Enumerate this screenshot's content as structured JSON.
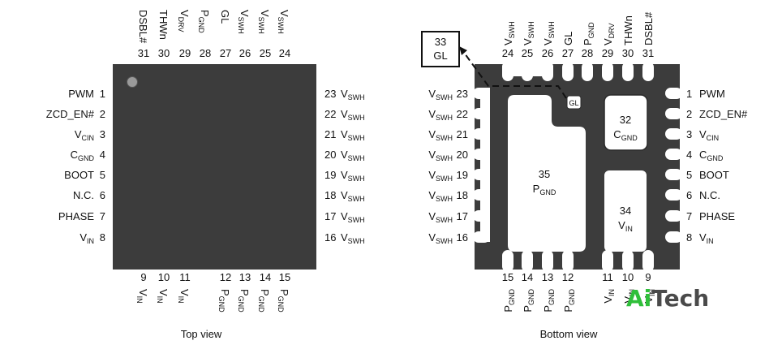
{
  "top_view": {
    "caption": "Top view",
    "left": [
      {
        "num": "1",
        "name": "PWM"
      },
      {
        "num": "2",
        "name": "ZCD_EN#"
      },
      {
        "num": "3",
        "name": "V",
        "sub": "CIN"
      },
      {
        "num": "4",
        "name": "C",
        "sub": "GND"
      },
      {
        "num": "5",
        "name": "BOOT"
      },
      {
        "num": "6",
        "name": "N.C."
      },
      {
        "num": "7",
        "name": "PHASE"
      },
      {
        "num": "8",
        "name": "V",
        "sub": "IN"
      }
    ],
    "right": [
      {
        "num": "23",
        "name": "V",
        "sub": "SWH"
      },
      {
        "num": "22",
        "name": "V",
        "sub": "SWH"
      },
      {
        "num": "21",
        "name": "V",
        "sub": "SWH"
      },
      {
        "num": "20",
        "name": "V",
        "sub": "SWH"
      },
      {
        "num": "19",
        "name": "V",
        "sub": "SWH"
      },
      {
        "num": "18",
        "name": "V",
        "sub": "SWH"
      },
      {
        "num": "17",
        "name": "V",
        "sub": "SWH"
      },
      {
        "num": "16",
        "name": "V",
        "sub": "SWH"
      }
    ],
    "top": [
      {
        "num": "31",
        "name": "DSBL#"
      },
      {
        "num": "30",
        "name": "THWn"
      },
      {
        "num": "29",
        "name": "V",
        "sub": "DRV"
      },
      {
        "num": "28",
        "name": "P",
        "sub": "GND"
      },
      {
        "num": "27",
        "name": "GL"
      },
      {
        "num": "26",
        "name": "V",
        "sub": "SWH"
      },
      {
        "num": "25",
        "name": "V",
        "sub": "SWH"
      },
      {
        "num": "24",
        "name": "V",
        "sub": "SWH"
      }
    ],
    "bottom": [
      {
        "num": "9",
        "name": "V",
        "sub": "IN"
      },
      {
        "num": "10",
        "name": "V",
        "sub": "IN"
      },
      {
        "num": "11",
        "name": "V",
        "sub": "IN"
      },
      {
        "num": "12",
        "name": "P",
        "sub": "GND"
      },
      {
        "num": "13",
        "name": "P",
        "sub": "GND"
      },
      {
        "num": "14",
        "name": "P",
        "sub": "GND"
      },
      {
        "num": "15",
        "name": "P",
        "sub": "GND"
      }
    ]
  },
  "bottom_view": {
    "caption": "Bottom view",
    "right": [
      {
        "num": "1",
        "name": "PWM"
      },
      {
        "num": "2",
        "name": "ZCD_EN#"
      },
      {
        "num": "3",
        "name": "V",
        "sub": "CIN"
      },
      {
        "num": "4",
        "name": "C",
        "sub": "GND"
      },
      {
        "num": "5",
        "name": "BOOT"
      },
      {
        "num": "6",
        "name": "N.C."
      },
      {
        "num": "7",
        "name": "PHASE"
      },
      {
        "num": "8",
        "name": "V",
        "sub": "IN"
      }
    ],
    "left": [
      {
        "num": "23",
        "name": "V",
        "sub": "SWH"
      },
      {
        "num": "22",
        "name": "V",
        "sub": "SWH"
      },
      {
        "num": "21",
        "name": "V",
        "sub": "SWH"
      },
      {
        "num": "20",
        "name": "V",
        "sub": "SWH"
      },
      {
        "num": "19",
        "name": "V",
        "sub": "SWH"
      },
      {
        "num": "18",
        "name": "V",
        "sub": "SWH"
      },
      {
        "num": "17",
        "name": "V",
        "sub": "SWH"
      },
      {
        "num": "16",
        "name": "V",
        "sub": "SWH"
      }
    ],
    "top": [
      {
        "num": "24",
        "name": "V",
        "sub": "SWH"
      },
      {
        "num": "25",
        "name": "V",
        "sub": "SWH"
      },
      {
        "num": "26",
        "name": "V",
        "sub": "SWH"
      },
      {
        "num": "27",
        "name": "GL"
      },
      {
        "num": "28",
        "name": "P",
        "sub": "GND"
      },
      {
        "num": "29",
        "name": "V",
        "sub": "DRV"
      },
      {
        "num": "30",
        "name": "THWn"
      },
      {
        "num": "31",
        "name": "DSBL#"
      }
    ],
    "bottom": [
      {
        "num": "15",
        "name": "P",
        "sub": "GND"
      },
      {
        "num": "14",
        "name": "P",
        "sub": "GND"
      },
      {
        "num": "13",
        "name": "P",
        "sub": "GND"
      },
      {
        "num": "12",
        "name": "P",
        "sub": "GND"
      },
      {
        "num": "11",
        "name": "V",
        "sub": "IN"
      },
      {
        "num": "10",
        "name": "V",
        "sub": "IN"
      },
      {
        "num": "9",
        "name": "V",
        "sub": "IN"
      }
    ],
    "pads": {
      "pad35": {
        "num": "35",
        "name": "P",
        "sub": "GND"
      },
      "pad32": {
        "num": "32",
        "name": "C",
        "sub": "GND"
      },
      "pad34": {
        "num": "34",
        "name": "V",
        "sub": "IN"
      },
      "gl_tab": "GL",
      "callout": {
        "num": "33",
        "name": "GL"
      }
    }
  },
  "watermark": {
    "accent": "Ai",
    "rest": "Tech",
    "accent_color": "#2fbf3a",
    "rest_color": "#4a4a4a"
  },
  "colors": {
    "package": "#3c3c3c",
    "pad": "#ffffff",
    "pin1_marker": "#9a9a9a"
  }
}
